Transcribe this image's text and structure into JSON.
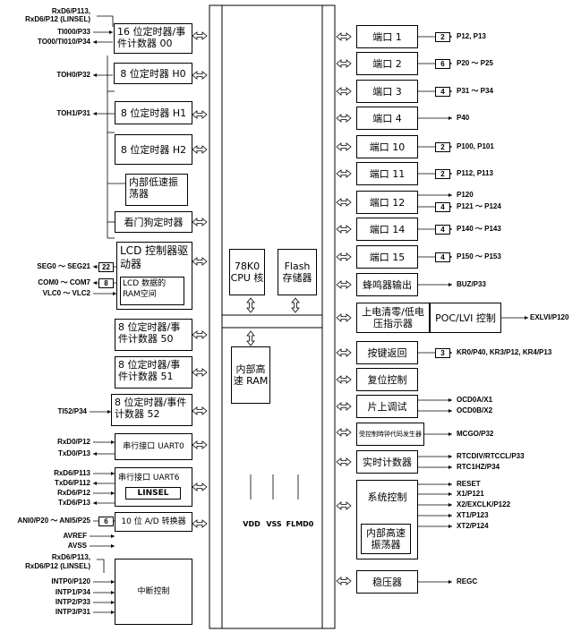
{
  "left_blocks": {
    "timer00": "16 位定时器/事件计数器 00",
    "timerH0": "8 位定时器 H0",
    "timerH1": "8 位定时器 H1",
    "timerH2": "8 位定时器 H2",
    "low_osc": "内部低速振荡器",
    "watchdog": "看门狗定时器",
    "lcd_ctrl": "LCD 控制器驱动器",
    "lcd_ram": "LCD 数据的RAM空间",
    "timer50": "8 位定时器/事件计数器 50",
    "timer51": "8 位定时器/事件计数器 51",
    "timer52": "8 位定时器/事件计数器 52",
    "uart0": "串行接口 UART0",
    "uart6": "串行接口 UART6",
    "linsel": "LINSEL",
    "adc": "10 位 A/D 转换器",
    "interrupt": "中断控制"
  },
  "center_blocks": {
    "cpu": "78K0 CPU 核",
    "flash": "Flash 存储器",
    "ram": "内部高速 RAM",
    "vdd": "VDD",
    "vss": "VSS",
    "flmd0": "FLMD0"
  },
  "right_blocks": {
    "port1": "端口 1",
    "port2": "端口 2",
    "port3": "端口 3",
    "port4": "端口 4",
    "port10": "端口 10",
    "port11": "端口 11",
    "port12": "端口 12",
    "port14": "端口 14",
    "port15": "端口 15",
    "buzzer": "蜂鸣器输出",
    "poc_a": "上电清零/低电压指示器",
    "poc_b": "POC/LVI 控制",
    "keyret": "按键返回",
    "reset": "复位控制",
    "debug": "片上调试",
    "clkout": "受控制時钟代码发生器",
    "rtc": "实时计数器",
    "sysctrl": "系统控制",
    "hi_osc": "内部高速振荡器",
    "regulator": "稳压器"
  },
  "left_signals": {
    "s1": "RxD6/P113,",
    "s2": "RxD6/P12 (LINSEL)",
    "s3": "TI000/P33",
    "s4": "TO00/TI010/P34",
    "s5": "TOH0/P32",
    "s6": "TOH1/P31",
    "s7": "SEG0 ～ SEG21",
    "s8": "COM0 ～ COM7",
    "s9": "VLC0 ～ VLC2",
    "s10": "TI52/P34",
    "s11": "RxD0/P12",
    "s12": "TxD0/P13",
    "s13": "RxD6/P113",
    "s14": "TxD6/P112",
    "s15": "RxD6/P12",
    "s16": "TxD6/P13",
    "s17": "ANI0/P20 ～ ANI5/P25",
    "s18": "AVREF",
    "s19": "AVSS",
    "s20": "RxD6/P113,",
    "s21": "RxD6/P12 (LINSEL)",
    "s22": "INTP0/P120",
    "s23": "INTP1/P34",
    "s24": "INTP2/P33",
    "s25": "INTP3/P31"
  },
  "left_counts": {
    "seg": "22",
    "com": "8",
    "ani": "6"
  },
  "right_signals": {
    "p1": "P12, P13",
    "p2": "P20 ～ P25",
    "p3": "P31 ～ P34",
    "p4": "P40",
    "p10": "P100, P101",
    "p11": "P112, P113",
    "p12a": "P120",
    "p12b": "P121 ～ P124",
    "p14": "P140 ～ P143",
    "p15": "P150 ～ P153",
    "buz": "BUZ/P33",
    "lvi": "EXLVI/P120",
    "kr": "KR0/P40, KR3/P12, KR4/P13",
    "ocd0a": "OCD0A/X1",
    "ocd0b": "OCD0B/X2",
    "mcgo": "MCGO/P32",
    "rtcdiv": "RTCDIV/RTCCL/P33",
    "rtc1hz": "RTC1HZ/P34",
    "reset": "RESET",
    "x1": "X1/P121",
    "x2": "X2/EXCLK/P122",
    "xt1": "XT1/P123",
    "xt2": "XT2/P124",
    "regc": "REGC"
  },
  "right_counts": {
    "p1": "2",
    "p2": "6",
    "p3": "4",
    "p10": "2",
    "p11": "2",
    "p12": "4",
    "p14": "4",
    "p15": "4",
    "kr": "3"
  }
}
